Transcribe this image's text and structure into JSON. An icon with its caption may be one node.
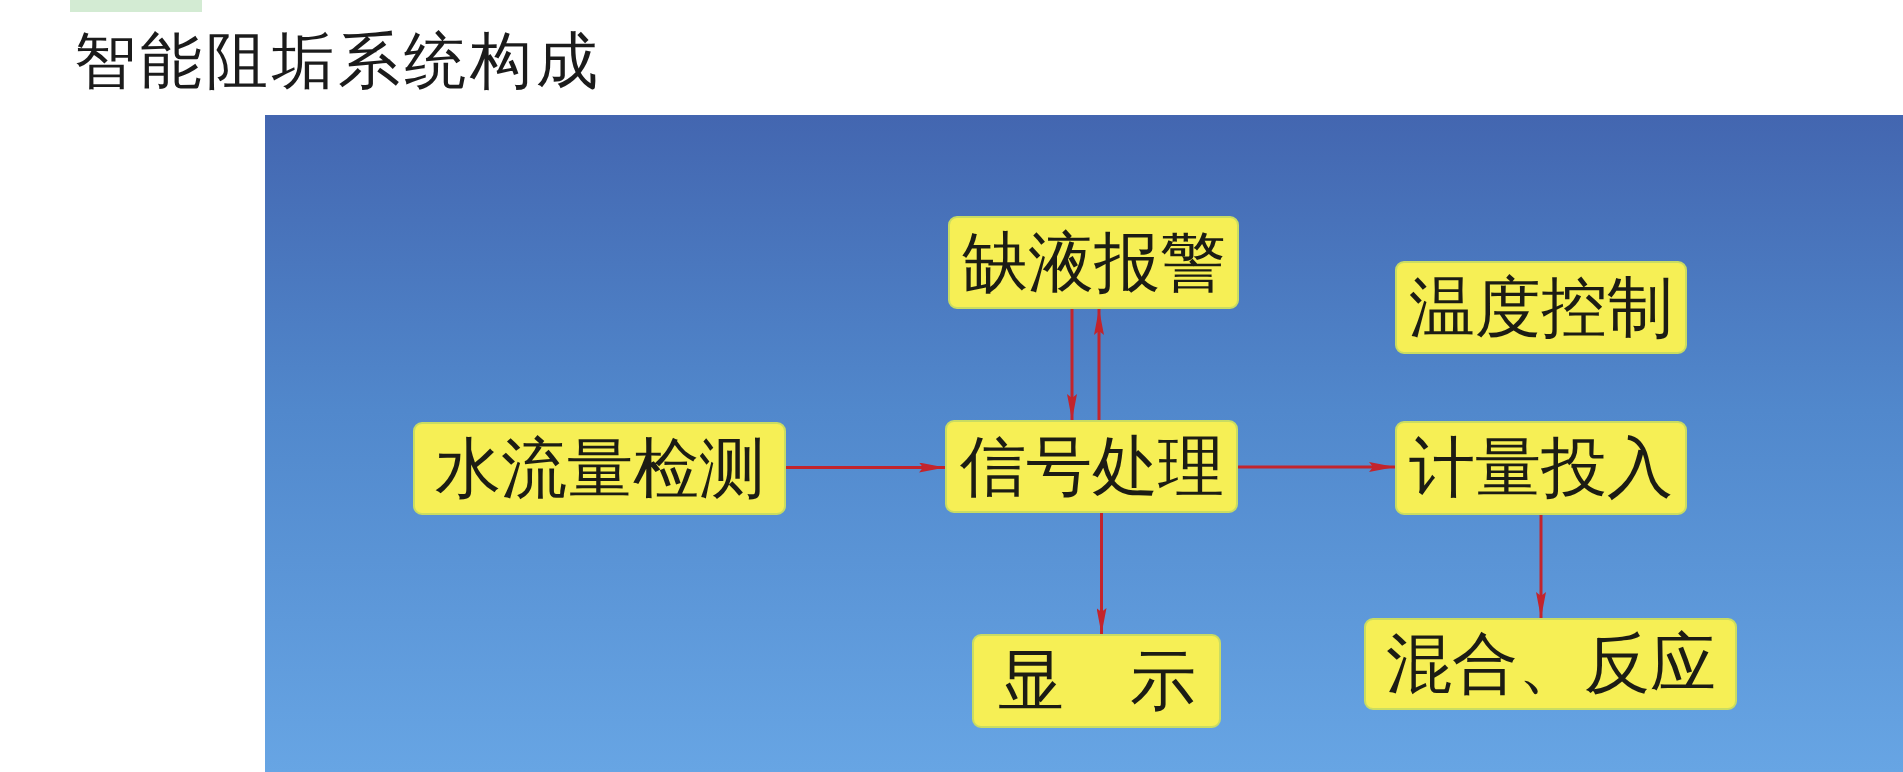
{
  "diagram": {
    "title": "智能阻垢系统构成",
    "nodes": [
      {
        "text": [
          "缺液报警"
        ]
      },
      {
        "text": [
          "温度控制"
        ]
      },
      {
        "text": [
          "水流量检测"
        ]
      },
      {
        "text": [
          "信号处理"
        ]
      },
      {
        "text": [
          "计量投入"
        ]
      },
      {
        "text": [
          "显　示"
        ]
      },
      {
        "text": [
          "混合、反应"
        ]
      }
    ],
    "edges": [
      {
        "from": 0,
        "to": 3,
        "arrow": "to"
      },
      {
        "from": 3,
        "to": 0,
        "arrow": "to"
      },
      {
        "from": 2,
        "to": 3,
        "arrow": "to"
      },
      {
        "from": 3,
        "to": 4,
        "arrow": "to"
      },
      {
        "from": 3,
        "to": 5,
        "arrow": "to"
      },
      {
        "from": 4,
        "to": 6,
        "arrow": "to"
      }
    ]
  }
}
